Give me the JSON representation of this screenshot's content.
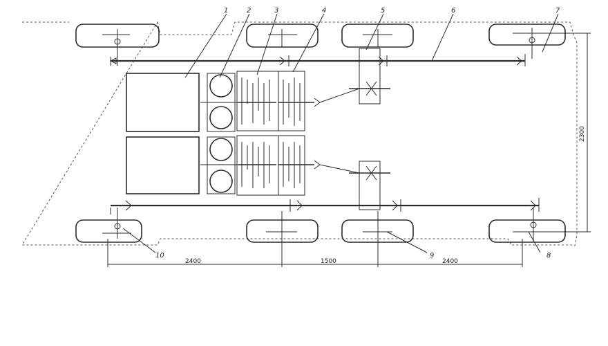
{
  "callouts": [
    "1",
    "2",
    "3",
    "4",
    "5",
    "6",
    "7",
    "8",
    "9",
    "10"
  ],
  "dimensions": {
    "axle_spacing_left": "2400",
    "axle_spacing_middle": "1500",
    "axle_spacing_right": "2400",
    "track_width": "2300"
  }
}
